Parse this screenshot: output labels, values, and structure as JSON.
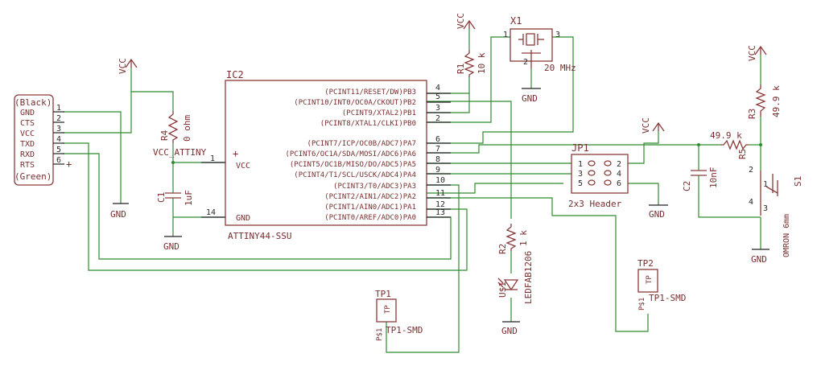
{
  "ft": {
    "pins": [
      "GND",
      "CTS",
      "VCC",
      "TXD",
      "RXD",
      "RTS"
    ],
    "pin_numbers": [
      "1",
      "2",
      "3",
      "4",
      "5",
      "6"
    ],
    "top": "(Black)",
    "bottom": "(Green)"
  },
  "ic": {
    "name": "IC2",
    "part": "ATTINY44-SSU",
    "pins_top": [
      {
        "label": "(PCINT11/RESET/DW)PB3",
        "num": "4"
      },
      {
        "label": "(PCINT10/INT0/OC0A/CKOUT)PB2",
        "num": "5"
      },
      {
        "label": "(PCINT9/XTAL2)PB1",
        "num": "3"
      },
      {
        "label": "(PCINT8/XTAL1/CLKI)PB0",
        "num": "2"
      }
    ],
    "pins_bottom": [
      {
        "label": "(PCINT7/ICP/OC0B/ADC7)PA7",
        "num": "6"
      },
      {
        "label": "(PCINT6/OC1A/SDA/MOSI/ADC6)PA6",
        "num": "7"
      },
      {
        "label": "(PCINT5/OC1B/MISO/DO/ADC5)PA5",
        "num": "8"
      },
      {
        "label": "(PCINT4/T1/SCL/USCK/ADC4)PA4",
        "num": "9"
      },
      {
        "label": "(PCINT3/T0/ADC3)PA3",
        "num": "10"
      },
      {
        "label": "(PCINT2/AIN1/ADC2)PA2",
        "num": "11"
      },
      {
        "label": "(PCINT1/AIN0/ADC1)PA1",
        "num": "12"
      },
      {
        "label": "(PCINT0/AREF/ADC0)PA0",
        "num": "13"
      }
    ],
    "vcc_label": "VCC",
    "vcc_num": "1",
    "gnd_label": "GND",
    "gnd_num": "14",
    "plus": "+"
  },
  "labels": {
    "vcc": "VCC",
    "gnd": "GND",
    "vcc_attiny": "VCC_ATTINY"
  },
  "r4": {
    "name": "R4",
    "value": "0 ohm"
  },
  "c1": {
    "name": "C1",
    "value": "1uF"
  },
  "r1": {
    "name": "R1",
    "value": "10 k"
  },
  "x1": {
    "name": "X1",
    "value": "20 MHz",
    "pin1": "1",
    "pin2": "2",
    "pin3": "3"
  },
  "jp1": {
    "name": "JP1",
    "value": "2x3 Header",
    "pins": [
      "1",
      "2",
      "3",
      "4",
      "5",
      "6"
    ]
  },
  "r2": {
    "name": "R2",
    "value": "1 k"
  },
  "led": {
    "name": "U$1",
    "value": "LEDFAB1206"
  },
  "tp1": {
    "name": "TP1",
    "value": "TP1-SMD",
    "pin": "TP",
    "padnum": "P$1"
  },
  "tp2": {
    "name": "TP2",
    "value": "TP1-SMD",
    "pin": "TP",
    "padnum": "P$1"
  },
  "r3": {
    "name": "R3",
    "value": "49.9 k"
  },
  "r5": {
    "name": "R5",
    "value": "49.9 k"
  },
  "c2": {
    "name": "C2",
    "value": "10nF"
  },
  "s1": {
    "name": "S1",
    "value": "OMRON 6mm",
    "pins": [
      "1",
      "2",
      "3",
      "4"
    ]
  }
}
